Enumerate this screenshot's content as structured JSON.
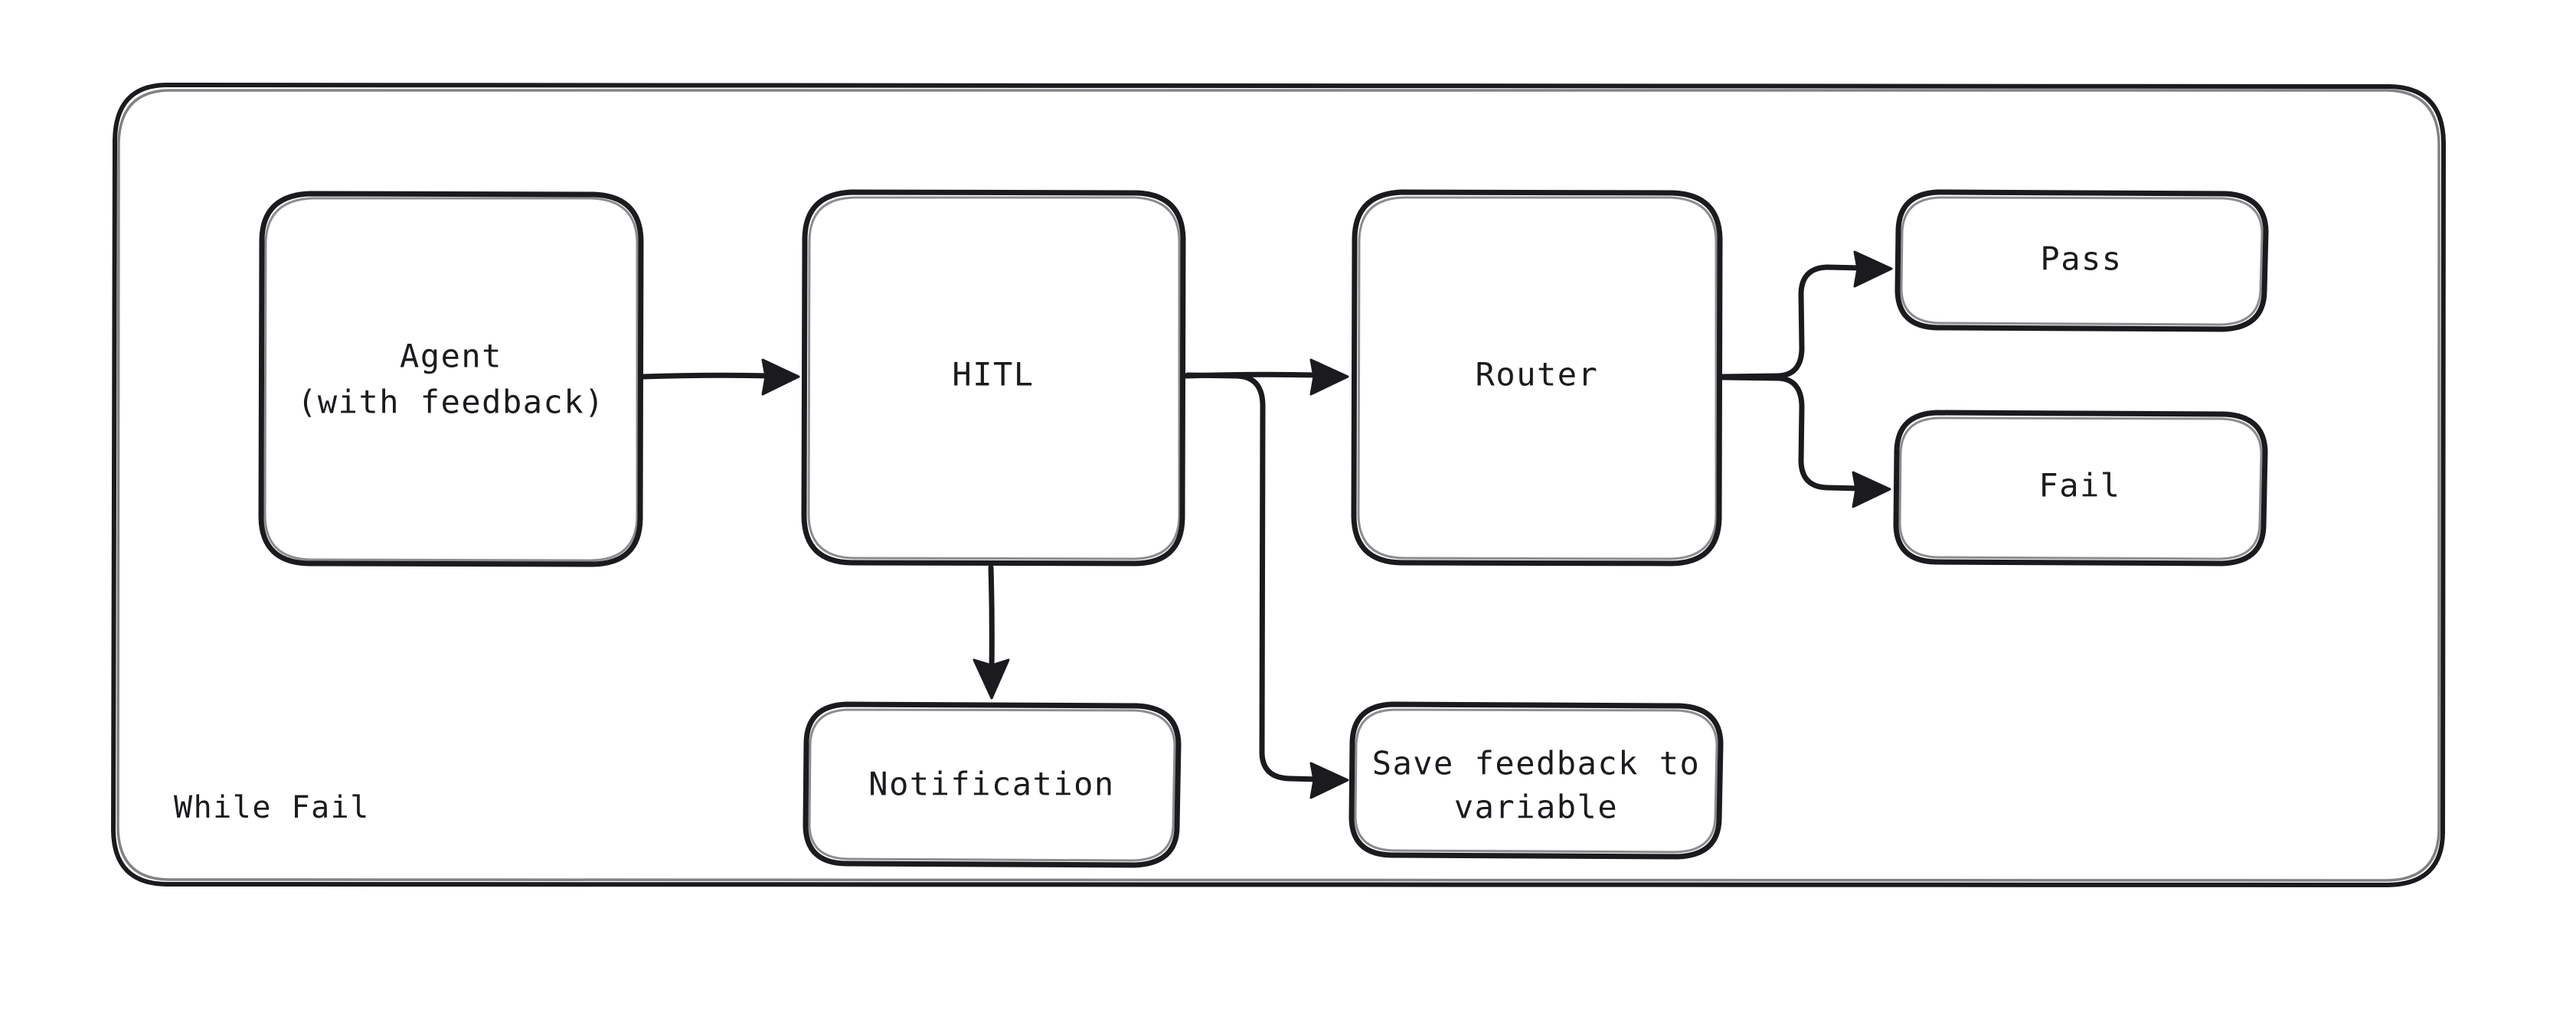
{
  "diagram": {
    "style": "hand-drawn-flowchart",
    "background_color": "#ffffff",
    "stroke_color": "#1b1b1f",
    "group": {
      "label": "While Fail",
      "shape": "rounded-rectangle"
    },
    "nodes": [
      {
        "id": "agent",
        "label_line1": "Agent",
        "label_line2": "(with feedback)",
        "shape": "rounded-rectangle"
      },
      {
        "id": "hitl",
        "label_line1": "HITL",
        "label_line2": "",
        "shape": "rounded-rectangle"
      },
      {
        "id": "router",
        "label_line1": "Router",
        "label_line2": "",
        "shape": "rounded-rectangle"
      },
      {
        "id": "pass",
        "label_line1": "Pass",
        "label_line2": "",
        "shape": "rounded-rectangle"
      },
      {
        "id": "fail",
        "label_line1": "Fail",
        "label_line2": "",
        "shape": "rounded-rectangle"
      },
      {
        "id": "notification",
        "label_line1": "Notification",
        "label_line2": "",
        "shape": "rounded-rectangle"
      },
      {
        "id": "save",
        "label_line1": "Save feedback to",
        "label_line2": "variable",
        "shape": "rounded-rectangle"
      }
    ],
    "edges": [
      {
        "from": "agent",
        "to": "hitl",
        "label": "",
        "arrowhead": true
      },
      {
        "from": "hitl",
        "to": "router",
        "label": "",
        "arrowhead": true
      },
      {
        "from": "hitl",
        "to": "notification",
        "label": "",
        "arrowhead": true
      },
      {
        "from": "hitl",
        "to": "save",
        "label": "",
        "arrowhead": true
      },
      {
        "from": "router",
        "to": "pass",
        "label": "",
        "arrowhead": true
      },
      {
        "from": "router",
        "to": "fail",
        "label": "",
        "arrowhead": true
      }
    ]
  }
}
